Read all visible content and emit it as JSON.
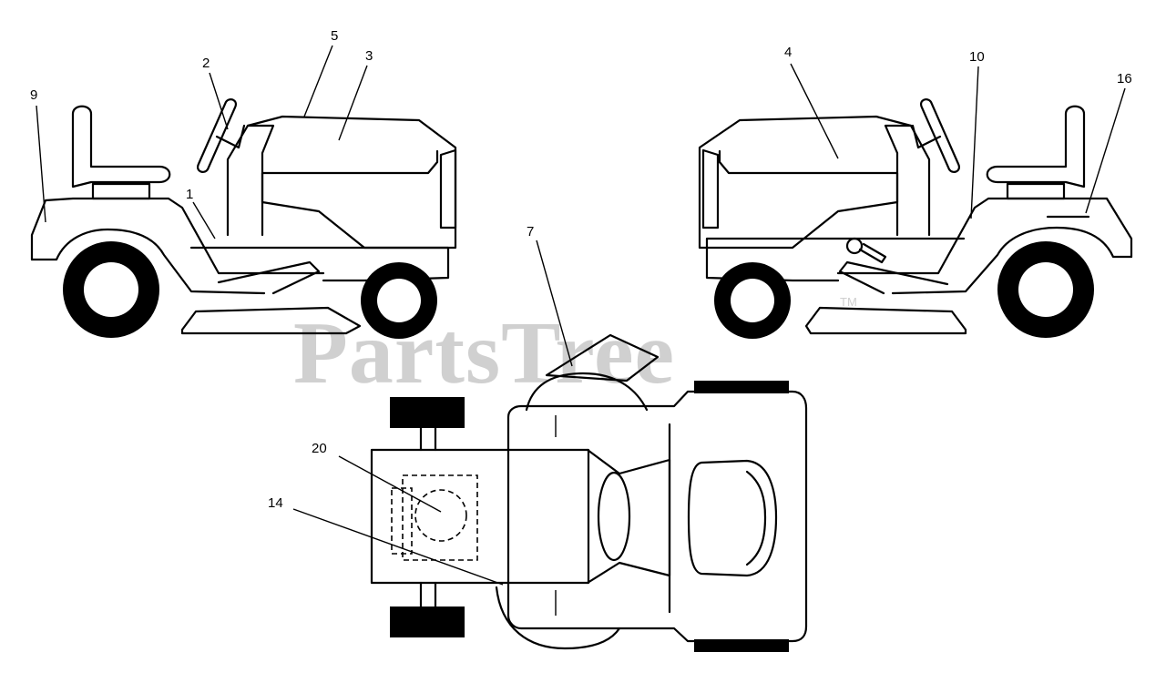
{
  "diagram": {
    "watermark": "PartsTree",
    "watermark_tm": "TM",
    "callouts": {
      "c1": "1",
      "c2": "2",
      "c3": "3",
      "c4": "4",
      "c5": "5",
      "c7": "7",
      "c9": "9",
      "c10": "10",
      "c14": "14",
      "c16": "16",
      "c20": "20"
    }
  }
}
